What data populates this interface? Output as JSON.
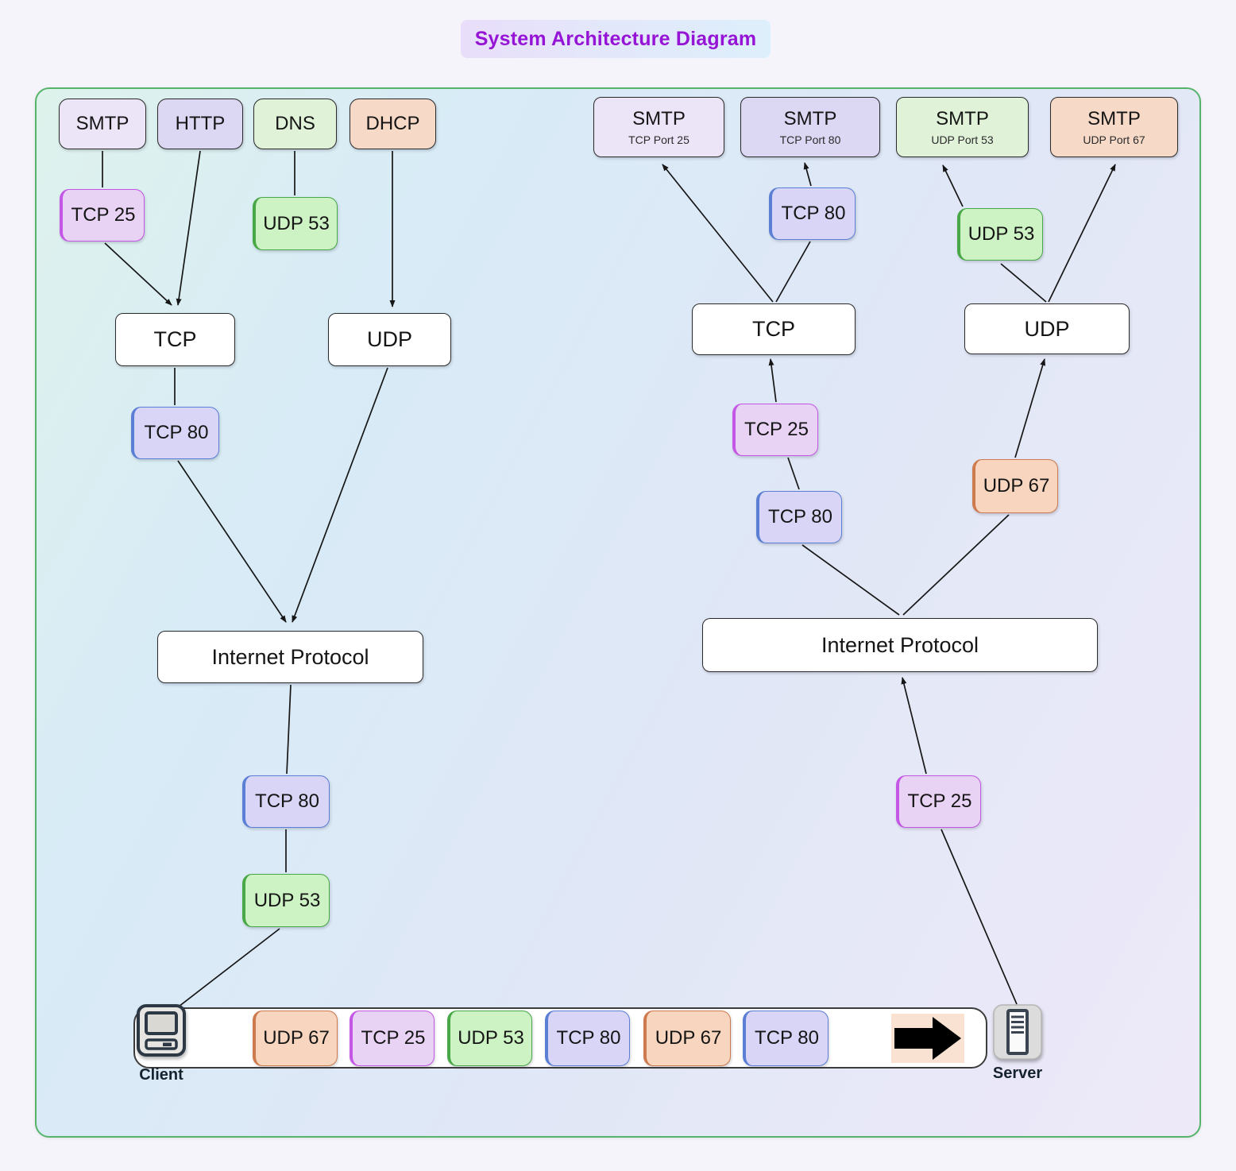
{
  "title": "System Architecture Diagram",
  "left": {
    "smtp": "SMTP",
    "http": "HTTP",
    "dns": "DNS",
    "dhcp": "DHCP",
    "tcp25": "TCP 25",
    "udp53_top": "UDP 53",
    "tcp": "TCP",
    "udp": "UDP",
    "tcp80_mid": "TCP 80",
    "ip": "Internet Protocol",
    "tcp80_low": "TCP 80",
    "udp53_low": "UDP 53"
  },
  "right": {
    "smtp_tcp25": {
      "title": "SMTP",
      "sub": "TCP Port 25"
    },
    "smtp_tcp80": {
      "title": "SMTP",
      "sub": "TCP Port 80"
    },
    "smtp_udp53": {
      "title": "SMTP",
      "sub": "UDP Port 53"
    },
    "smtp_udp67": {
      "title": "SMTP",
      "sub": "UDP Port 67"
    },
    "tcp80_top": "TCP 80",
    "udp53_top": "UDP 53",
    "tcp": "TCP",
    "udp": "UDP",
    "tcp25_mid": "TCP 25",
    "tcp80_mid": "TCP 80",
    "udp67_mid": "UDP 67",
    "ip": "Internet Protocol",
    "tcp25_low": "TCP 25"
  },
  "bottom": {
    "client_label": "Client",
    "server_label": "Server",
    "packets": {
      "p1": "UDP 67",
      "p2": "TCP 25",
      "p3": "UDP 53",
      "p4": "TCP 80",
      "p5": "UDP 67",
      "p6": "TCP 80"
    }
  },
  "colors": {
    "container_border": "#56b46a",
    "title_text": "#9614d6",
    "accent_purple": "#c457e6",
    "accent_green": "#48a848",
    "accent_blue": "#5b7fd4",
    "accent_orange": "#cc7a4e",
    "edge": "#161616"
  }
}
